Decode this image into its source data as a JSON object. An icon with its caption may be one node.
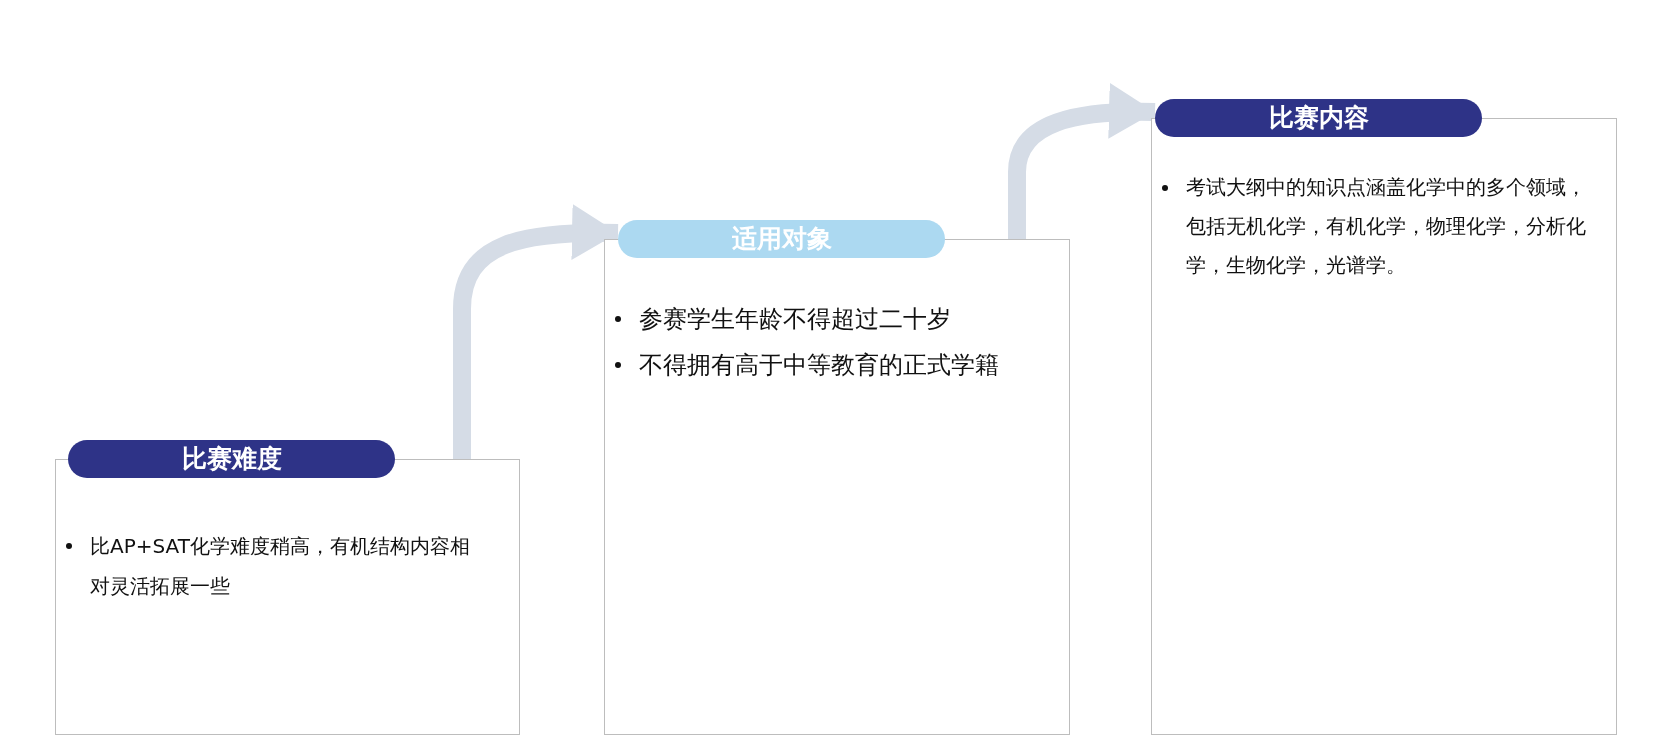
{
  "diagram": {
    "nodes": [
      {
        "text": [
          "比赛难度"
        ]
      },
      {
        "text": [
          "比AP+SAT化学难度稍高，有机结构内容相对灵活拓展一些"
        ]
      },
      {
        "text": [
          "适用对象"
        ]
      },
      {
        "text": [
          "参赛学生年龄不得超过二十岁",
          "不得拥有高于中等教育的正式学籍"
        ]
      },
      {
        "text": [
          "比赛内容"
        ]
      },
      {
        "text": [
          "考试大纲中的知识点涵盖化学中的多个领域，包括无机化学，有机化学，物理化学，分析化学，生物化学，光谱学。"
        ]
      }
    ],
    "edges": [
      {
        "from": 1,
        "to": 2,
        "arrow": "to"
      },
      {
        "from": 3,
        "to": 4,
        "arrow": "to"
      }
    ]
  }
}
